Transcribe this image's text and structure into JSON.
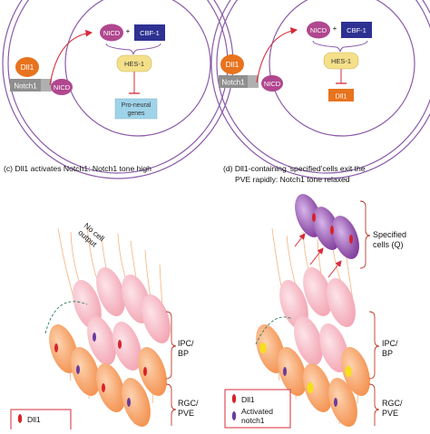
{
  "top_left": {
    "dll1": "Dll1",
    "notch1": "Notch1",
    "nicd_outer": "NICD",
    "nicd_inner": "NICD",
    "plus": "+",
    "cbf1": "CBF-1",
    "hes1": "HES-1",
    "target_line1": "Pro-neural",
    "target_line2": "genes"
  },
  "top_right": {
    "dll1": "Dll1",
    "notch1": "Notch1",
    "nicd_outer": "NICD",
    "nicd_inner": "NICD",
    "plus": "+",
    "cbf1": "CBF-1",
    "hes1": "HES-1",
    "target": "Dll1"
  },
  "captions": {
    "c": "(c) Dll1 activates Notch1: Notch1 tone high",
    "d_line1": "(d) Dll1-containing 'specified'cells exit the",
    "d_line2": "PVE rapidly: Notch1 tone relaxed"
  },
  "panel_c": {
    "no_output_line1": "No cell",
    "no_output_line2": "output",
    "ipc_line1": "IPC/",
    "ipc_line2": "BP",
    "rgc_line1": "RGC/",
    "rgc_line2": "PVE",
    "legend_dll1": "Dll1"
  },
  "panel_d": {
    "specified_line1": "Specified",
    "specified_line2": "cells (Q)",
    "ipc_line1": "IPC/",
    "ipc_line2": "BP",
    "rgc_line1": "RGC/",
    "rgc_line2": "PVE",
    "legend_dll1": "Dll1",
    "legend_notch_line1": "Activated",
    "legend_notch_line2": "notch1"
  },
  "colors": {
    "membrane": "#8a5aa8",
    "dll1": "#e8731e",
    "notch1": "#8f8f8f",
    "nicd": "#b0478f",
    "cbf1": "#2e3192",
    "hes1": "#f5e08a",
    "pro_neural": "#9fd3ea",
    "arrow_red": "#d62b3a",
    "pink_cell": "#f6b5c0",
    "orange_cell": "#f7a86b",
    "specified_cell": "#8e4aa6",
    "dll1_mark": "#d8222a",
    "notch1_mark": "#6a3b9c",
    "yellow_mark": "#f5e019",
    "bracket": "#c0392b"
  }
}
